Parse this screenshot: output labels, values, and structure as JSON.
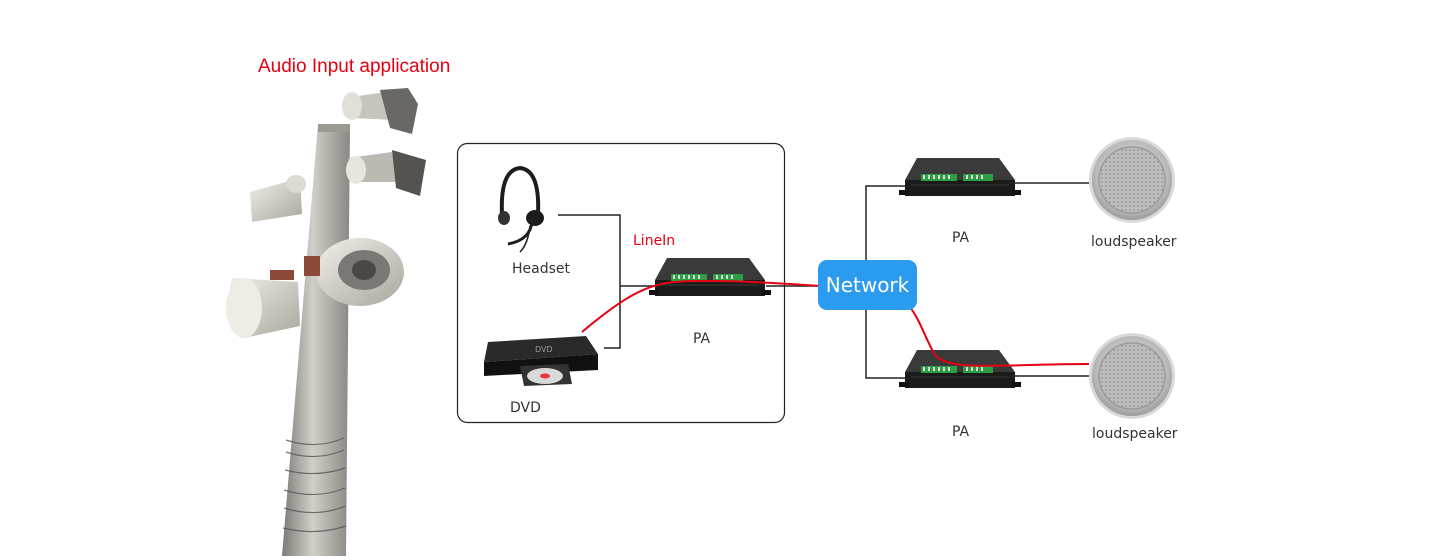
{
  "title": "Audio Input application",
  "labels": {
    "linein": "LineIn",
    "headset": "Headset",
    "dvd": "DVD",
    "pa_center": "PA",
    "network": "Network",
    "pa_top": "PA",
    "pa_bottom": "PA",
    "speaker_top": "loudspeaker",
    "speaker_bottom": "loudspeaker"
  },
  "colors": {
    "title": "#e60012",
    "signal": "#e60012",
    "network": "#2a9bef",
    "wire": "#222222",
    "pa_body": "#1b1b1b",
    "terminal": "#2e9e44"
  },
  "icons": [
    "pole-with-horn-speakers-image",
    "headset-icon",
    "dvd-player-icon",
    "pa-amplifier-icon",
    "ceiling-speaker-icon"
  ]
}
